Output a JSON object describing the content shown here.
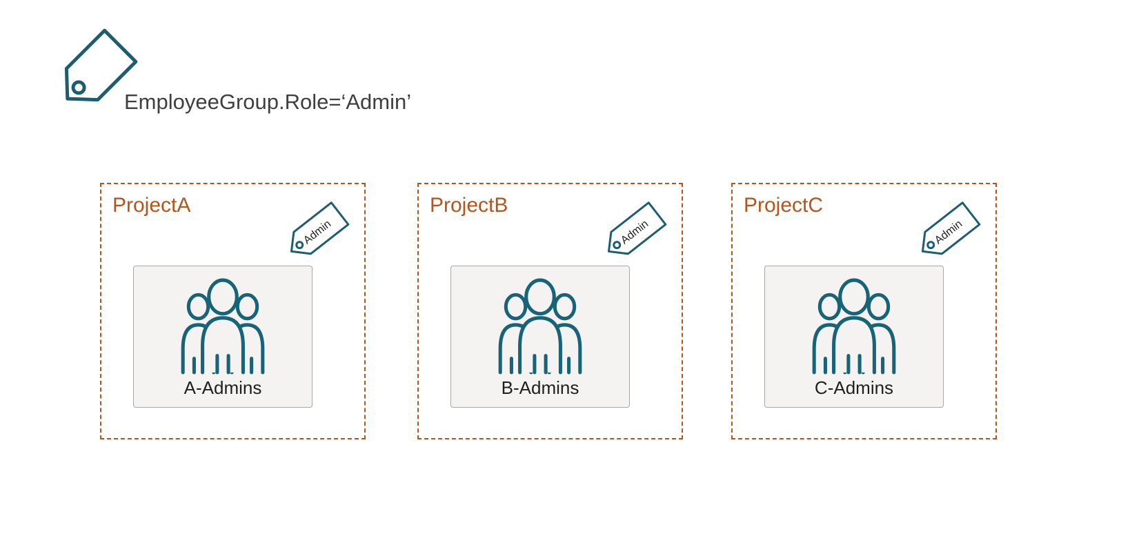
{
  "header_tag": {
    "label": "EmployeeGroup.Role=‘Admin’"
  },
  "projects": [
    {
      "name": "ProjectA",
      "group_name": "A-Admins",
      "tag_label": "Admin"
    },
    {
      "name": "ProjectB",
      "group_name": "B-Admins",
      "tag_label": "Admin"
    },
    {
      "name": "ProjectC",
      "group_name": "C-Admins",
      "tag_label": "Admin"
    }
  ],
  "colors": {
    "accent_rust": "#b4551d",
    "teal": "#1d5d70",
    "card_bg": "#f4f3f1",
    "text": "#3b3b3b"
  }
}
